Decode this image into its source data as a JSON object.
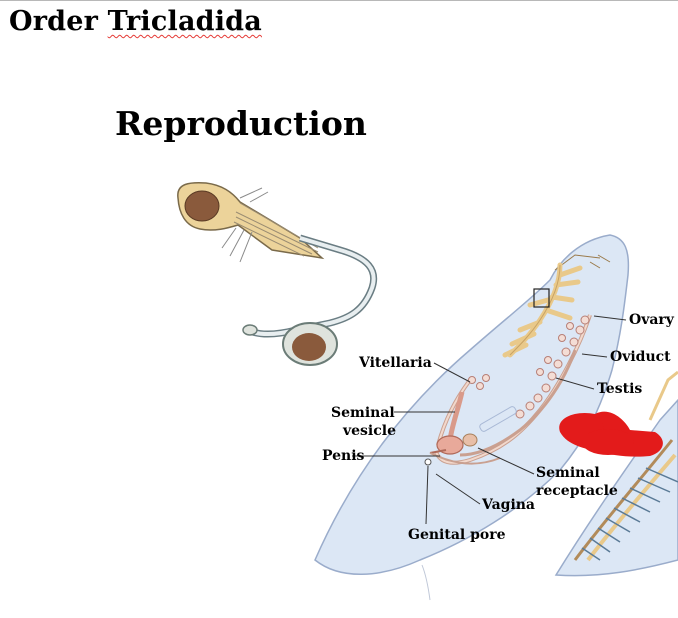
{
  "slide": {
    "title_word_1": "Order",
    "title_word_2": "Tricladida",
    "subtitle": "Reproduction"
  },
  "labels": {
    "ovary": "Ovary",
    "oviduct": "Oviduct",
    "testis": "Testis",
    "vitellaria": "Vitellaria",
    "seminal_vesicle_1": "Seminal",
    "seminal_vesicle_2": "vesicle",
    "penis": "Penis",
    "seminal_receptacle_1": "Seminal",
    "seminal_receptacle_2": "receptacle",
    "vagina": "Vagina",
    "genital_pore": "Genital pore"
  },
  "colors": {
    "spellcheck_underline": "#e53935",
    "redaction_mark": "#e31b1b",
    "body_fill": "#dce7f5",
    "organ_fill": "#e8bfa8",
    "nucleus": "#8a5a3c"
  }
}
